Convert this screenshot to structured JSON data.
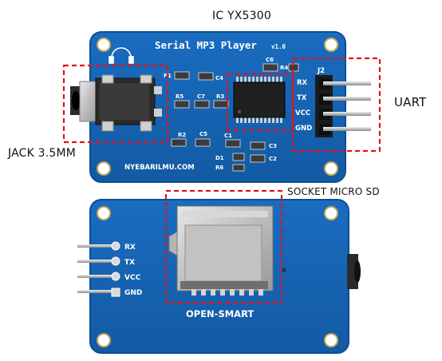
{
  "callouts": {
    "ic": "IC YX5300",
    "jack": "JACK 3.5MM",
    "uart": "UART",
    "socket": "SOCKET MICRO SD"
  },
  "front_board": {
    "title": "Serial MP3 Player",
    "version": "v1.0",
    "website": "NYEBARILMU.COM",
    "header_ref": "J2",
    "pins": [
      "RX",
      "TX",
      "VCC",
      "GND"
    ],
    "component_labels": {
      "p1": "P1",
      "c4": "C4",
      "c6": "C6",
      "r4": "R4",
      "r5": "R5",
      "c7": "C7",
      "r3": "R3",
      "r2": "R2",
      "c5": "C5",
      "c1": "C1",
      "c3": "C3",
      "d1": "D1",
      "r6": "R6",
      "c2": "C2"
    }
  },
  "back_board": {
    "brand": "OPEN-SMART",
    "pins": [
      "RX",
      "TX",
      "VCC",
      "GND"
    ]
  },
  "colors": {
    "pcb": "#1565b5",
    "pcb_edge": "#0e4f93",
    "callout_box": "#e0141c",
    "silkscreen": "#ffffff",
    "metal": "#c9c9c9",
    "ic_body": "#1f1f1f"
  }
}
